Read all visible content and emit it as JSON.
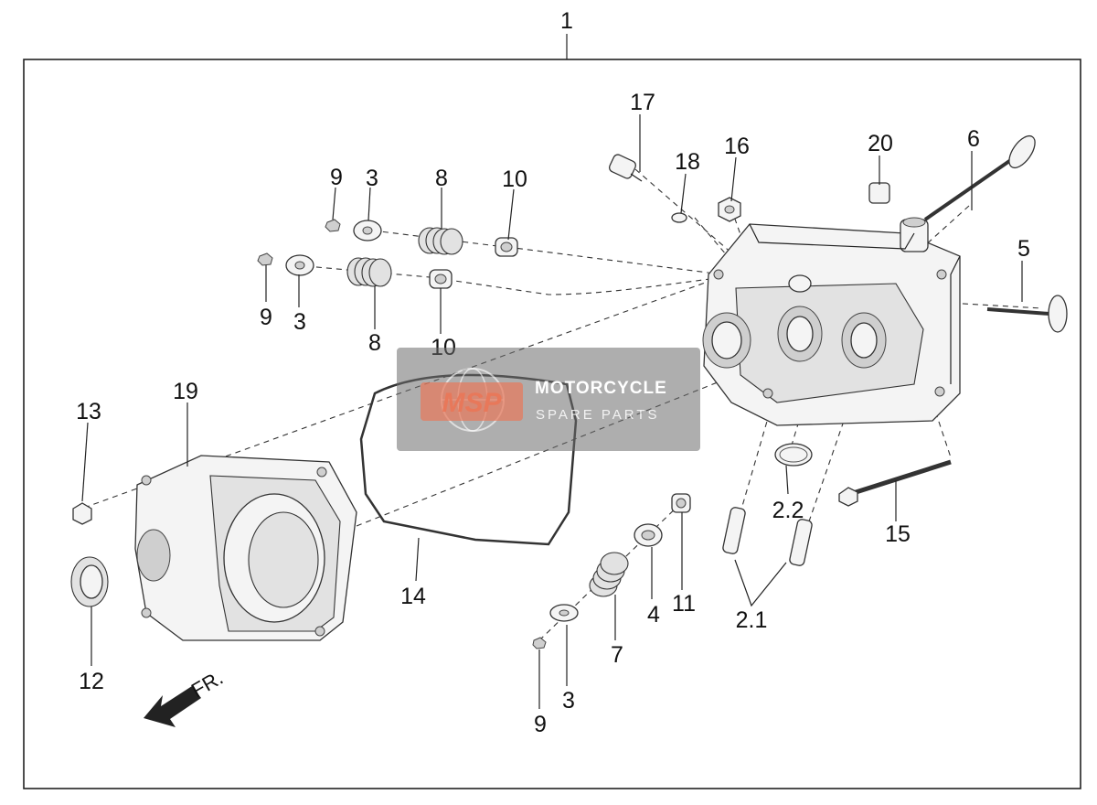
{
  "diagram": {
    "assembly_number": "1",
    "labels": {
      "l1": "17",
      "l2": "20",
      "l3": "6",
      "l4": "18",
      "l5": "16",
      "l6": "9",
      "l7": "3",
      "l8": "8",
      "l9": "10",
      "l10": "9",
      "l11": "3",
      "l12": "8",
      "l13": "10",
      "l14": "5",
      "l15": "13",
      "l16": "19",
      "l17": "2.2",
      "l18": "15",
      "l19": "14",
      "l20": "4",
      "l21": "11",
      "l22": "2.1",
      "l23": "7",
      "l24": "12",
      "l25": "3",
      "l26": "9"
    },
    "direction_label": "FR."
  },
  "watermark": {
    "logo_text": "MSP",
    "title": "MOTORCYCLE",
    "subtitle": "SPARE PARTS",
    "accent_color": "#e8785a"
  }
}
